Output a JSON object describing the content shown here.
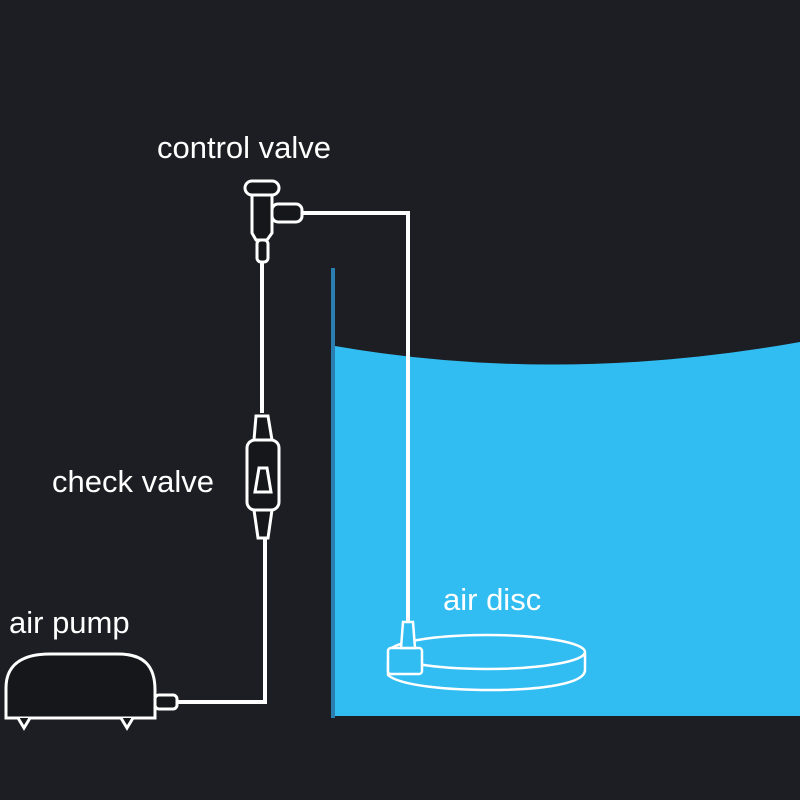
{
  "labels": {
    "control_valve": "control valve",
    "check_valve": "check valve",
    "air_pump": "air pump",
    "air_disc": "air disc"
  },
  "colors": {
    "background": "#1d1e23",
    "water": "#31bdf1",
    "tank_edge": "#2a7fb0",
    "tube": "#ffffff",
    "component_fill": "#16171b"
  }
}
